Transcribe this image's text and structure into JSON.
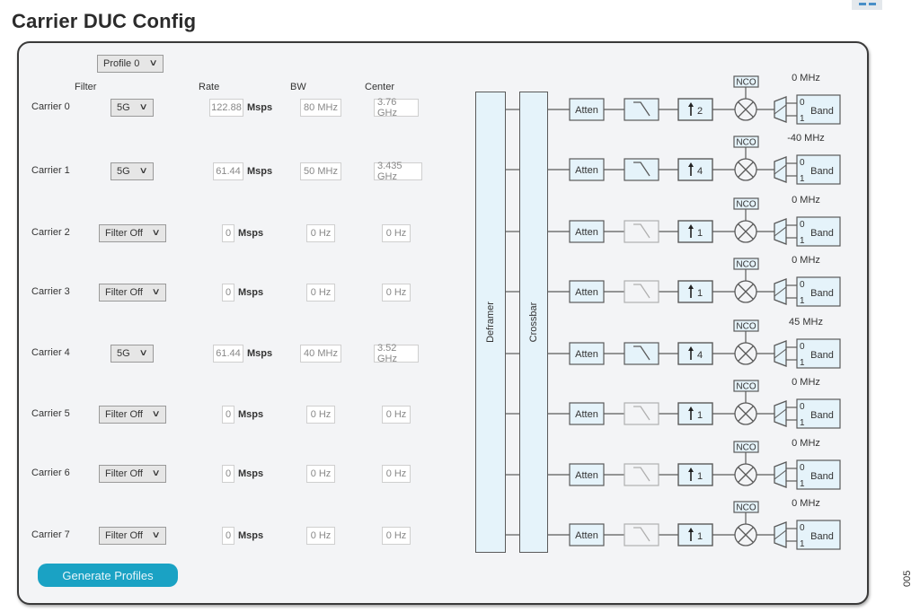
{
  "page": {
    "title": "Carrier DUC Config",
    "figure_id": "005"
  },
  "profile_select": {
    "value": "Profile 0"
  },
  "columns": {
    "filter": "Filter",
    "rate": "Rate",
    "bw": "BW",
    "center": "Center"
  },
  "carriers": [
    {
      "label": "Carrier 0",
      "filter": "5G",
      "rate": "122.88",
      "rate_unit": "Msps",
      "bw": "80 MHz",
      "center": "3.76 GHz"
    },
    {
      "label": "Carrier 1",
      "filter": "5G",
      "rate": "61.44",
      "rate_unit": "Msps",
      "bw": "50 MHz",
      "center": "3.435 GHz"
    },
    {
      "label": "Carrier 2",
      "filter": "Filter Off",
      "rate": "0",
      "rate_unit": "Msps",
      "bw": "0 Hz",
      "center": "0 Hz"
    },
    {
      "label": "Carrier 3",
      "filter": "Filter Off",
      "rate": "0",
      "rate_unit": "Msps",
      "bw": "0 Hz",
      "center": "0 Hz"
    },
    {
      "label": "Carrier 4",
      "filter": "5G",
      "rate": "61.44",
      "rate_unit": "Msps",
      "bw": "40 MHz",
      "center": "3.52 GHz"
    },
    {
      "label": "Carrier 5",
      "filter": "Filter Off",
      "rate": "0",
      "rate_unit": "Msps",
      "bw": "0 Hz",
      "center": "0 Hz"
    },
    {
      "label": "Carrier 6",
      "filter": "Filter Off",
      "rate": "0",
      "rate_unit": "Msps",
      "bw": "0 Hz",
      "center": "0 Hz"
    },
    {
      "label": "Carrier 7",
      "filter": "Filter Off",
      "rate": "0",
      "rate_unit": "Msps",
      "bw": "0 Hz",
      "center": "0 Hz"
    }
  ],
  "generate_button": {
    "label": "Generate Profiles"
  },
  "diagram": {
    "deframer_label": "Deframer",
    "crossbar_label": "Crossbar",
    "atten_label": "Atten",
    "nco_label": "NCO",
    "band_label": "Band",
    "band_port_0": "0",
    "band_port_1": "1",
    "colors": {
      "block_fill": "#e5f3fa",
      "line": "#5a5a5a",
      "disabled": "#b0b0b0"
    },
    "chains": [
      {
        "filter_enabled": true,
        "interp": "2",
        "nco_freq": "0 MHz"
      },
      {
        "filter_enabled": true,
        "interp": "4",
        "nco_freq": "-40 MHz"
      },
      {
        "filter_enabled": false,
        "interp": "1",
        "nco_freq": "0 MHz"
      },
      {
        "filter_enabled": false,
        "interp": "1",
        "nco_freq": "0 MHz"
      },
      {
        "filter_enabled": true,
        "interp": "4",
        "nco_freq": "45 MHz"
      },
      {
        "filter_enabled": false,
        "interp": "1",
        "nco_freq": "0 MHz"
      },
      {
        "filter_enabled": false,
        "interp": "1",
        "nco_freq": "0 MHz"
      },
      {
        "filter_enabled": false,
        "interp": "1",
        "nco_freq": "0 MHz"
      }
    ]
  }
}
